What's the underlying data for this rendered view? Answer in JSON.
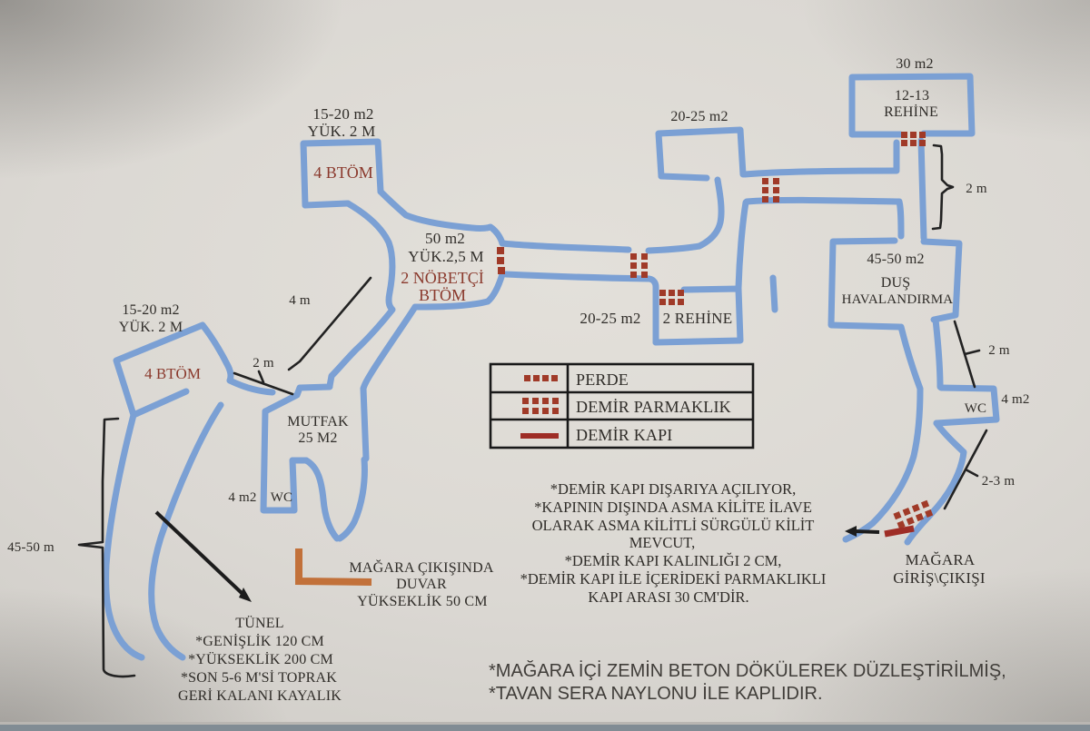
{
  "colors": {
    "wall_blue": "#7ba0d4",
    "mark_red": "#a03a28",
    "iron_door_red": "#9e2d26",
    "room_label_red": "#8a392c",
    "exit_wall_orange": "#c2713a",
    "ink": "#2f2c28"
  },
  "rooms": {
    "btom_top": {
      "size": "15-20 m2",
      "height": "YÜK. 2 M",
      "name": "4 BTÖM"
    },
    "btom_left": {
      "size": "15-20 m2",
      "height": "YÜK. 2 M",
      "name": "4 BTÖM"
    },
    "guard_hall": {
      "size": "50 m2",
      "height": "YÜK.2,5 M",
      "name_line1": "2 NÖBETÇİ",
      "name_line2": "BTÖM"
    },
    "room_top_middle": {
      "size": "20-25 m2"
    },
    "hostage_12_13": {
      "size": "30 m2",
      "name_line1": "12-13",
      "name_line2": "REHİNE"
    },
    "hostage_2": {
      "size": "20-25 m2",
      "name": "2 REHİNE"
    },
    "shower": {
      "size": "45-50 m2",
      "name_line1": "DUŞ",
      "name_line2": "HAVALANDIRMA"
    },
    "wc_right": {
      "name": "WC",
      "size": "4 m2"
    },
    "kitchen": {
      "name_line1": "MUTFAK",
      "name_line2": "25 M2"
    },
    "wc_left": {
      "name": "WC",
      "size": "4 m2"
    }
  },
  "measurements": {
    "corridor_4m": "4 m",
    "passage_2m": "2 m",
    "shaft_2m": "2 m",
    "shower_2m": "2 m",
    "entry_2_3m": "2-3 m",
    "tunnel_45_50m": "45-50 m"
  },
  "entrance": {
    "line1": "MAĞARA",
    "line2": "GİRİŞ\\ÇIKIŞI"
  },
  "exit_wall": {
    "line1": "MAĞARA ÇIKIŞINDA",
    "line2": "DUVAR",
    "line3": "YÜKSEKLİK 50 CM"
  },
  "tunnel": {
    "lines": [
      "TÜNEL",
      "*GENİŞLİK 120 CM",
      "*YÜKSEKLİK 200 CM",
      "*SON 5-6 M'Sİ TOPRAK",
      "GERİ KALANI KAYALIK"
    ]
  },
  "legend": {
    "items": [
      "PERDE",
      "DEMİR PARMAKLIK",
      "DEMİR KAPI"
    ]
  },
  "door_notes": {
    "lines": [
      "*DEMİR KAPI DIŞARIYA AÇILIYOR,",
      "*KAPININ DIŞINDA ASMA KİLİTE İLAVE",
      "OLARAK ASMA KİLİTLİ SÜRGÜLÜ KİLİT",
      "MEVCUT,",
      "*DEMİR KAPI KALINLIĞI 2 CM,",
      "*DEMİR KAPI İLE İÇERİDEKİ PARMAKLIKLI",
      "KAPI ARASI 30 CM'DİR."
    ]
  },
  "floor_notes": {
    "lines": [
      "*MAĞARA İÇİ ZEMİN BETON DÖKÜLEREK DÜZLEŞTİRİLMİŞ,",
      "*TAVAN SERA NAYLONU İLE KAPLIDIR."
    ]
  }
}
